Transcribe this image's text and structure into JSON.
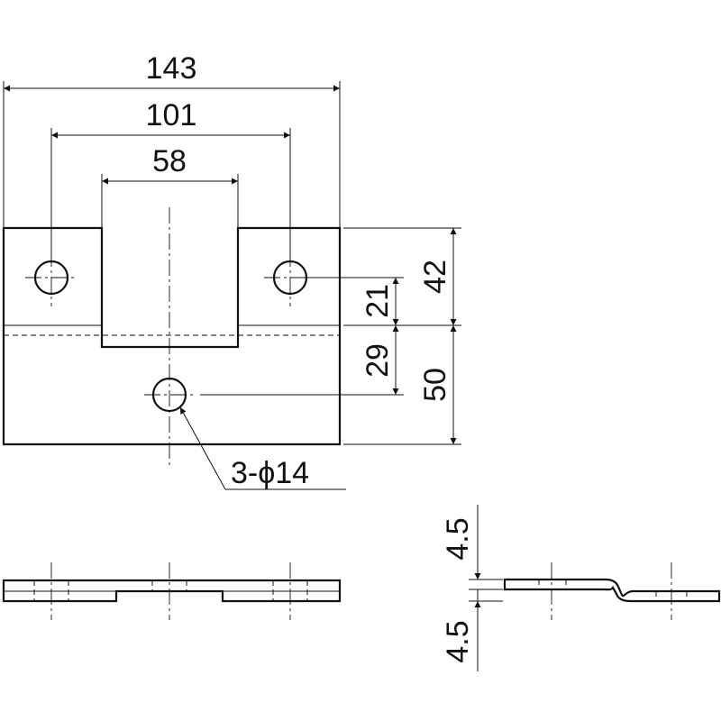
{
  "dimensions": {
    "overall_width": "143",
    "hole_spacing": "101",
    "notch_width": "58",
    "upper_height": "42",
    "hole_to_edge": "21",
    "lower_hole_offset": "29",
    "lower_height": "50",
    "hole_callout": "3-ϕ14",
    "thickness_top": "4.5",
    "thickness_bottom": "4.5"
  }
}
